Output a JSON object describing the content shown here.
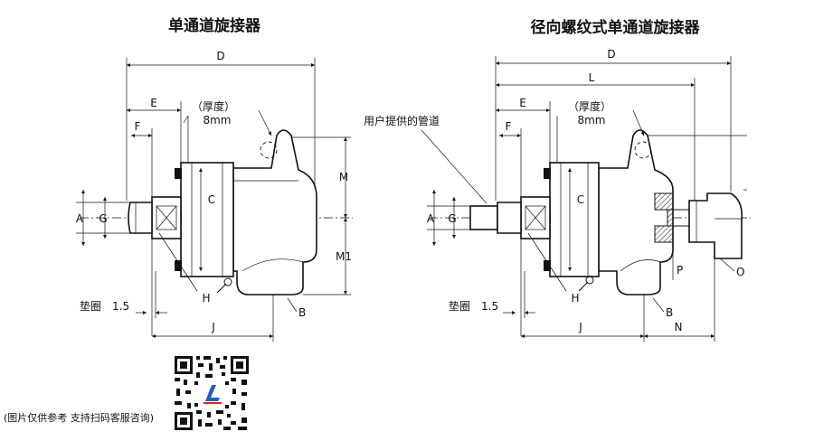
{
  "titles": {
    "left": "单通道旋接器",
    "right": "径向螺纹式单通道旋接器"
  },
  "thickness_note": {
    "label": "（厚度）",
    "value": "8mm"
  },
  "pipe_note": "用户提供的管道",
  "gasket_label": "垫圈",
  "gasket_value": "1.5",
  "dimensions_left": [
    "D",
    "E",
    "F",
    "M",
    "M1",
    "A",
    "G",
    "C",
    "H",
    "J",
    "B"
  ],
  "dimensions_right": [
    "D",
    "L",
    "E",
    "F",
    "A",
    "G",
    "C",
    "H",
    "J",
    "B",
    "N",
    "P",
    "O"
  ],
  "caption": "(图片仅供参考 支持扫码客服咨询)",
  "colors": {
    "line": "#111111",
    "qr_accent": "#1f5fc4",
    "qr_red": "#d9261c"
  }
}
